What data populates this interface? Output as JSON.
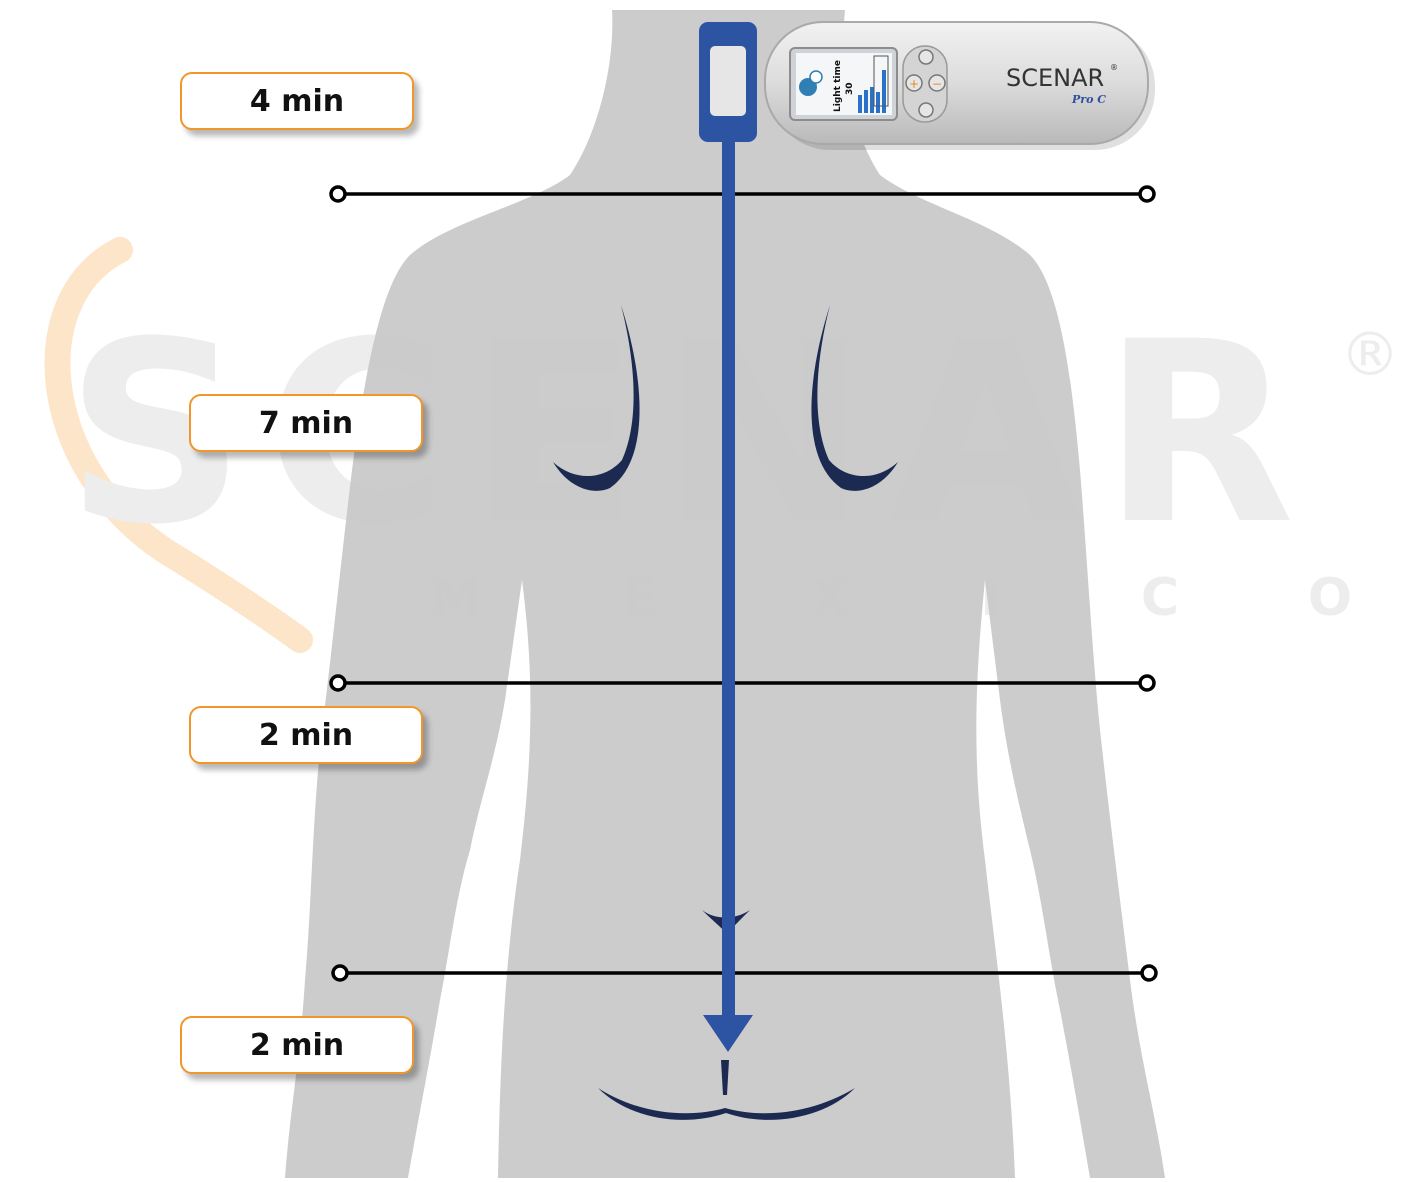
{
  "durations": [
    {
      "label": "4 min",
      "zone": "neck"
    },
    {
      "label": "7 min",
      "zone": "upper-back"
    },
    {
      "label": "2 min",
      "zone": "lower-back"
    },
    {
      "label": "2 min",
      "zone": "sacrum"
    }
  ],
  "watermark": {
    "brand": "SCENAR",
    "registered": "®",
    "country_letters": [
      "M",
      "E",
      "X",
      "I",
      "C",
      "O"
    ]
  },
  "device": {
    "brand": "SCENAR",
    "registered": "®",
    "model": "Pro C",
    "screen_label": "Light time",
    "screen_value": "30"
  },
  "colors": {
    "body_silhouette": "#c8c8c8",
    "electrode_track": "#2d54a3",
    "badge_border": "#f0962a",
    "anatomy_lines": "#1c2a52",
    "zone_lines": "#000000"
  },
  "icons": [
    "electrode-pad-icon",
    "arrow-down-icon",
    "scenar-device-icon"
  ]
}
